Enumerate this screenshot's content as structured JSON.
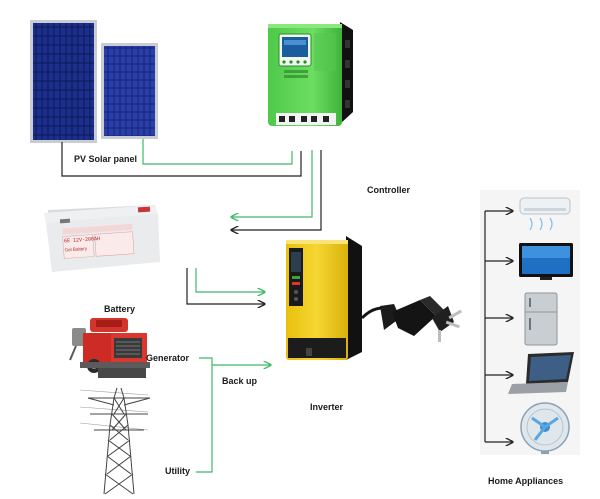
{
  "labels": {
    "solar_panel": "PV Solar panel",
    "controller": "Controller",
    "battery": "Battery",
    "generator": "Generator",
    "backup": "Back up",
    "utility": "Utility",
    "inverter": "Inverter",
    "home_appliances": "Home Appliances"
  },
  "battery_markings": {
    "model": "6E 12V-200AH",
    "brand": "Gel Battery"
  },
  "colors": {
    "green_wire": "#3fb86a",
    "black_wire": "#222222",
    "controller_body": "#5fd35a",
    "inverter_body": "#f2cf1f",
    "panel_cell": "#1c2f8c"
  },
  "icons": [
    "solar-panel-icon",
    "charge-controller-icon",
    "battery-icon",
    "generator-icon",
    "transmission-tower-icon",
    "inverter-icon",
    "power-plug-icon",
    "air-conditioner-icon",
    "tv-icon",
    "refrigerator-icon",
    "laptop-icon",
    "fan-icon"
  ]
}
